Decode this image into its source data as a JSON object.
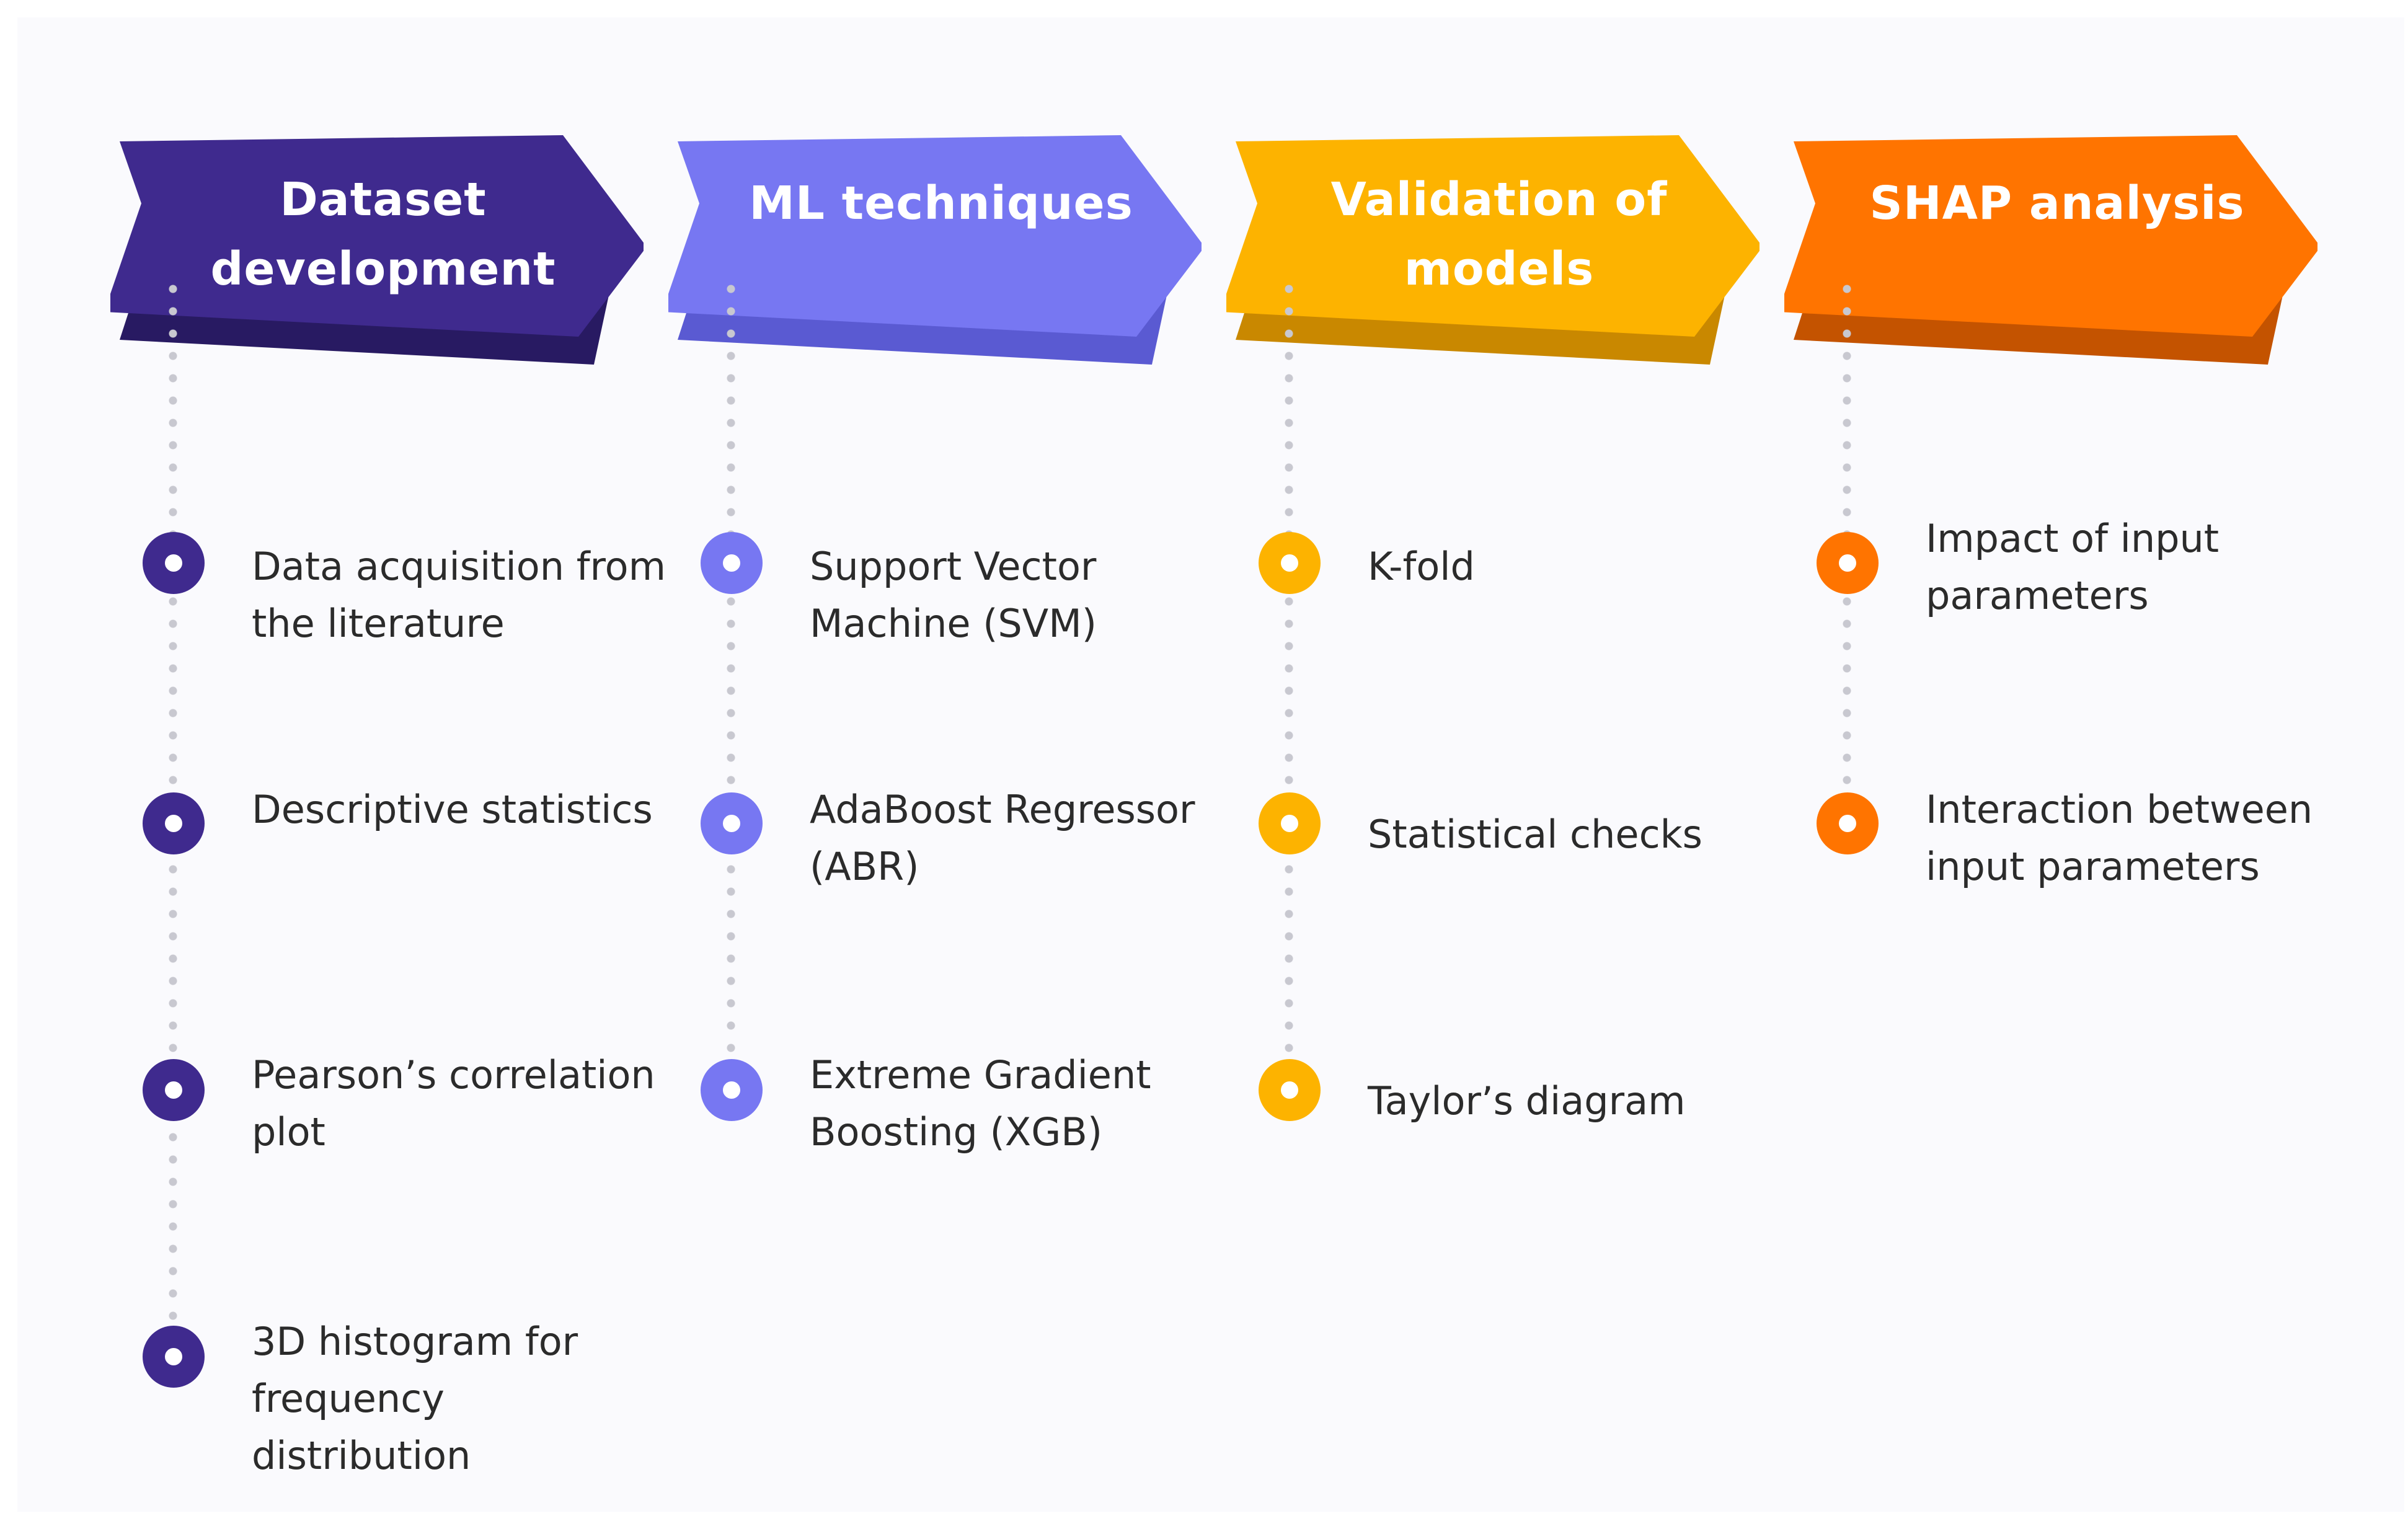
{
  "colors": {
    "stage1": "#3f2a8e",
    "stage2": "#7777f2",
    "stage3": "#fdb300",
    "stage4": "#ff7400"
  },
  "stages": [
    {
      "title": "Dataset development",
      "items": [
        "Data acquisition from the literature",
        "Descriptive statistics",
        "Pearson’s correlation plot",
        "3D histogram for frequency distribution"
      ]
    },
    {
      "title": "ML techniques",
      "items": [
        "Support Vector Machine (SVM)",
        "AdaBoost Regressor (ABR)",
        "Extreme Gradient Boosting (XGB)"
      ]
    },
    {
      "title": "Validation of models",
      "items": [
        "K-fold",
        "Statistical checks",
        "Taylor’s diagram"
      ]
    },
    {
      "title": "SHAP analysis",
      "items": [
        "Impact of input parameters",
        "Interaction between input parameters"
      ]
    }
  ]
}
